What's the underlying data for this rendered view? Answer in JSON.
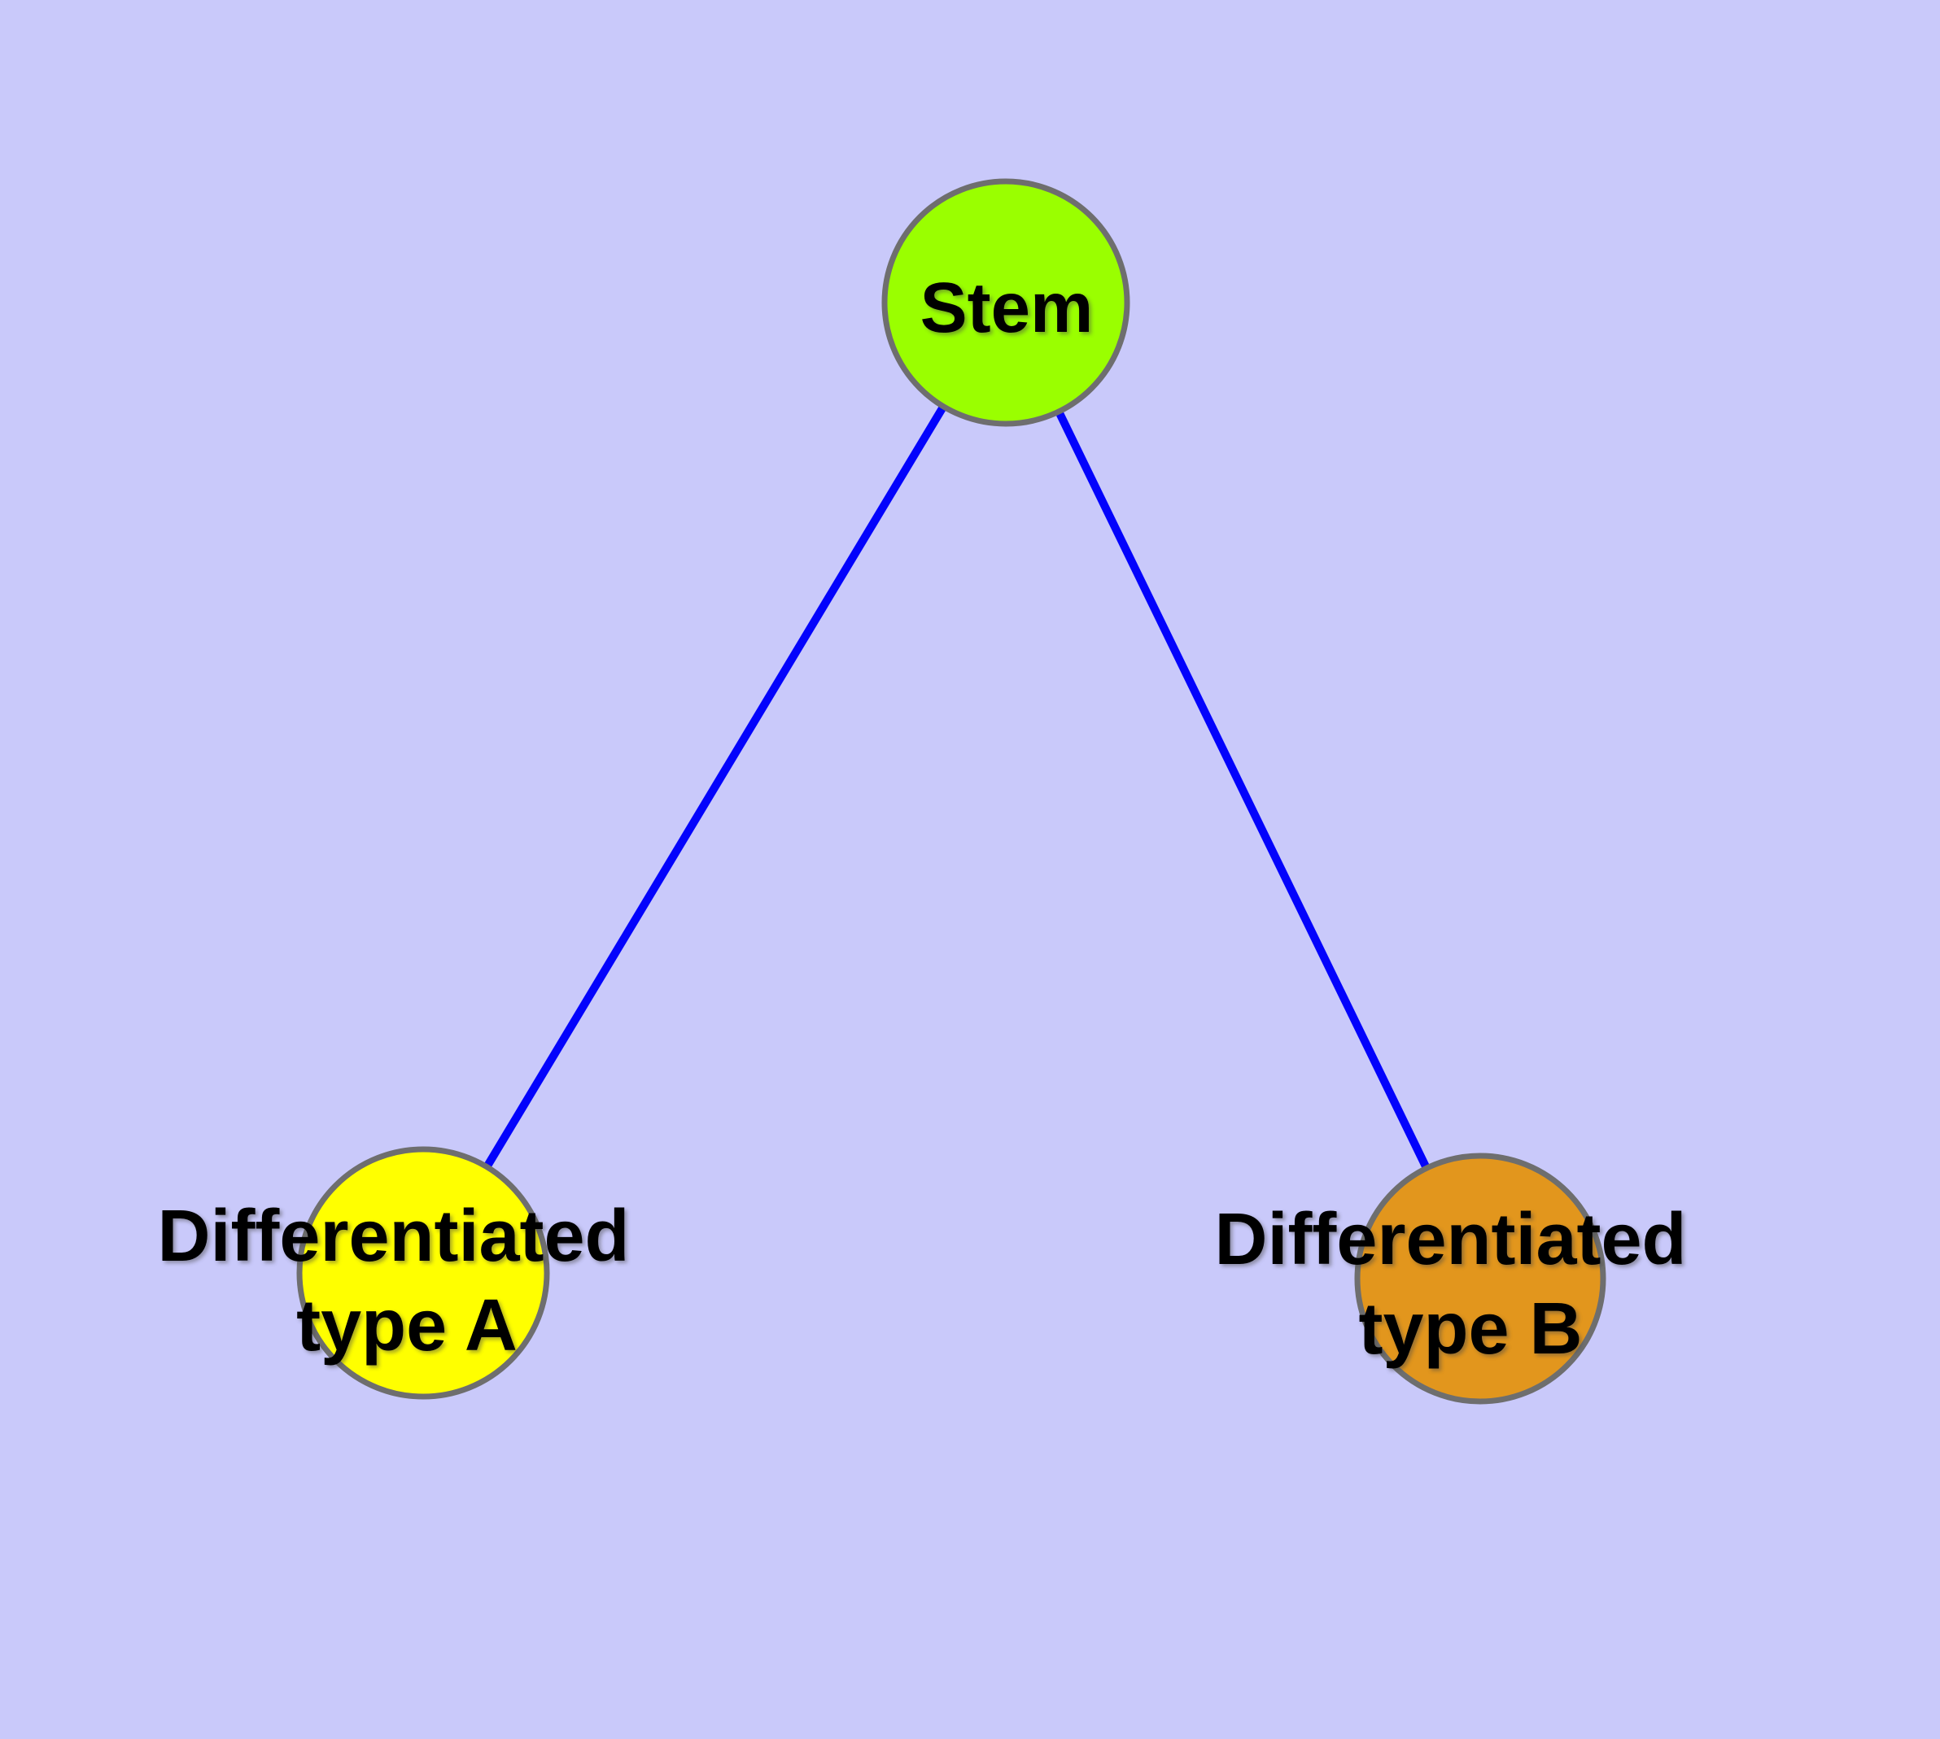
{
  "diagram": {
    "background_color": "#C9C9FA",
    "edge_color": "#0303FC",
    "node_border_color": "#6E6E6E",
    "text_color": "#000000",
    "nodes": [
      {
        "id": "stem",
        "label": "Stem",
        "color": "#9AFF00"
      },
      {
        "id": "differentiated-type-a",
        "label": "Differentiated type A",
        "label_lines": [
          "Differentiated",
          "type A"
        ],
        "color": "#FFFF00"
      },
      {
        "id": "differentiated-type-b",
        "label": "Differentiated type B",
        "label_lines": [
          "Differentiated",
          "type B"
        ],
        "color": "#E2961D"
      }
    ],
    "edges": [
      {
        "from": "Stem",
        "to": "Differentiated type A"
      },
      {
        "from": "Stem",
        "to": "Differentiated type B"
      }
    ]
  }
}
